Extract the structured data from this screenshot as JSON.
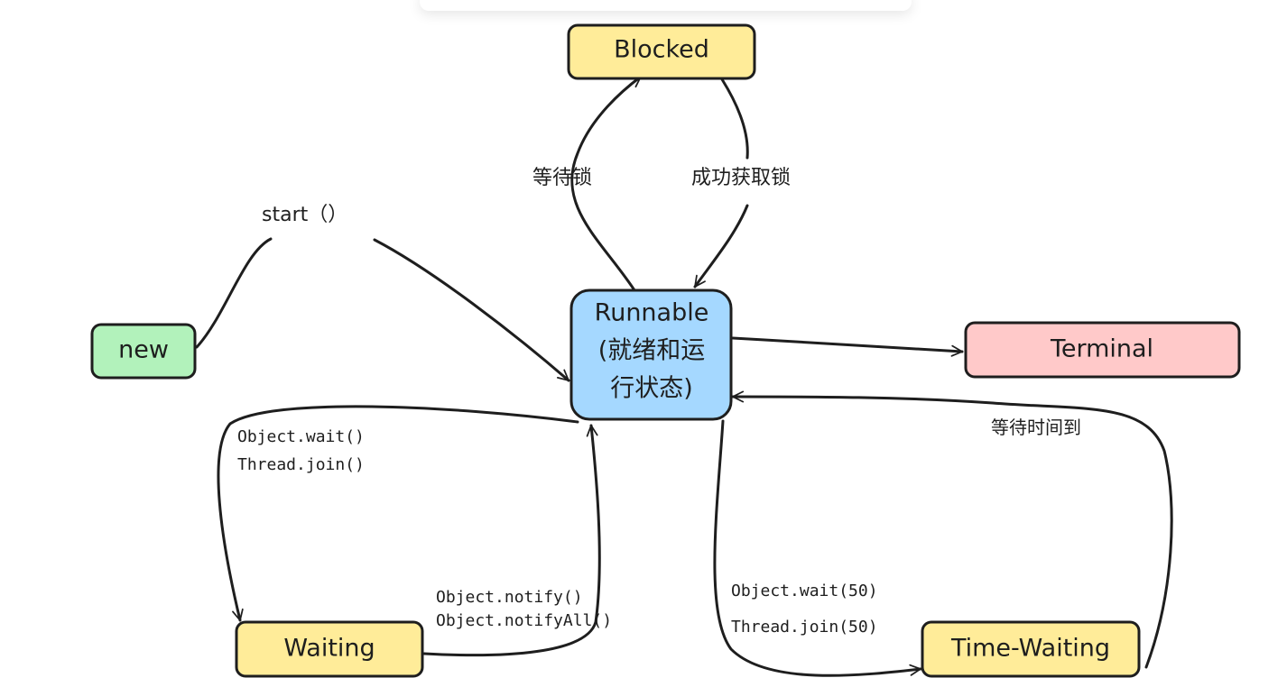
{
  "colors": {
    "blocked": "#ffec99",
    "runnable": "#a5d8ff",
    "new": "#b2f2bb",
    "terminal": "#ffc9c9",
    "waiting": "#ffec99",
    "time_waiting": "#ffec99",
    "stroke": "#1e1e1e"
  },
  "nodes": {
    "blocked": "Blocked",
    "runnable_line1": "Runnable",
    "runnable_line2": "(就绪和运",
    "runnable_line3": "行状态)",
    "new": "new",
    "terminal": "Terminal",
    "waiting": "Waiting",
    "time_waiting": "Time-Waiting"
  },
  "edges": {
    "start": "start（）",
    "wait_lock": "等待锁",
    "got_lock": "成功获取锁",
    "wait_1": "Object.wait()",
    "wait_2": "Thread.join()",
    "notify_1": "Object.notify()",
    "notify_2": "Object.notifyAll()",
    "timed_1": "Object.wait(50)",
    "timed_2": "Thread.join(50)",
    "timeout": "等待时间到"
  }
}
